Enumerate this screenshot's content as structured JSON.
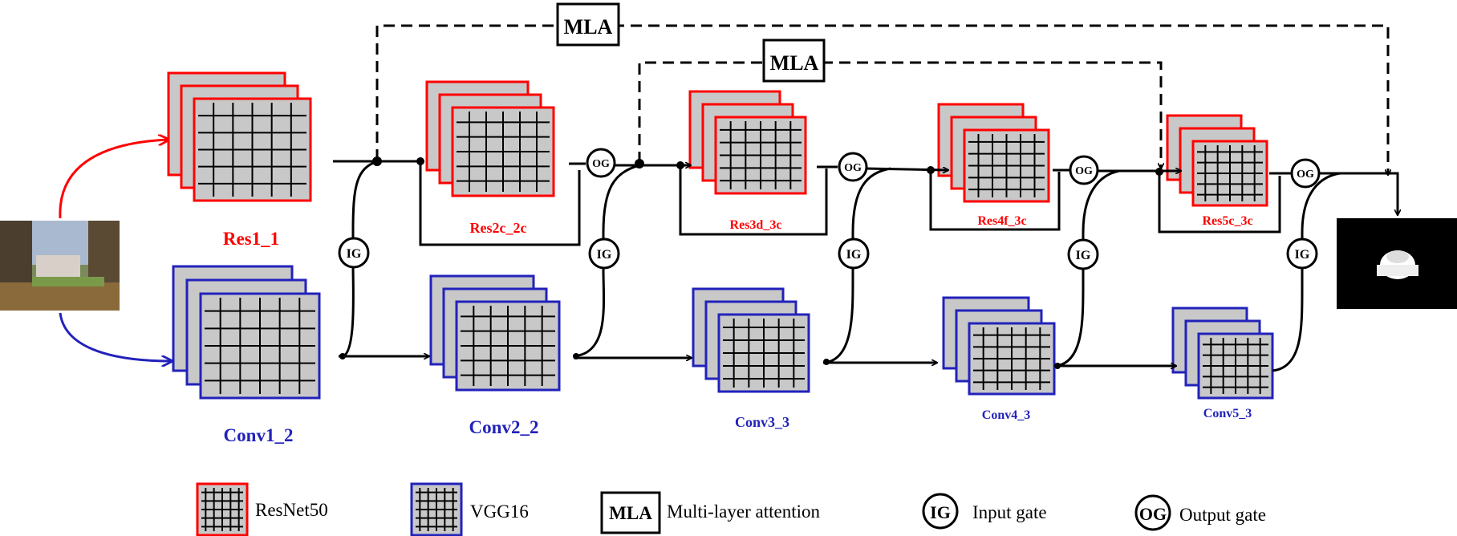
{
  "resnet_labels": [
    "Res1_1",
    "Res2c_2c",
    "Res3d_3c",
    "Res4f_3c",
    "Res5c_3c"
  ],
  "vgg_labels": [
    "Conv1_2",
    "Conv2_2",
    "Conv3_3",
    "Conv4_3",
    "Conv5_3"
  ],
  "mla_labels": [
    "MLA",
    "MLA"
  ],
  "gates": {
    "input": "IG",
    "output": "OG"
  },
  "legend": {
    "resnet": "ResNet50",
    "vgg": "VGG16",
    "mla_symbol": "MLA",
    "mla": "Multi-layer attention",
    "ig_symbol": "IG",
    "ig": "Input gate",
    "og_symbol": "OG",
    "og": "Output gate"
  },
  "colors": {
    "resnet": "#ff0000",
    "vgg": "#2222bb",
    "block_fill": "#c8c8c8",
    "grid": "#000000"
  },
  "icons": [
    "input-photo",
    "saliency-output"
  ]
}
